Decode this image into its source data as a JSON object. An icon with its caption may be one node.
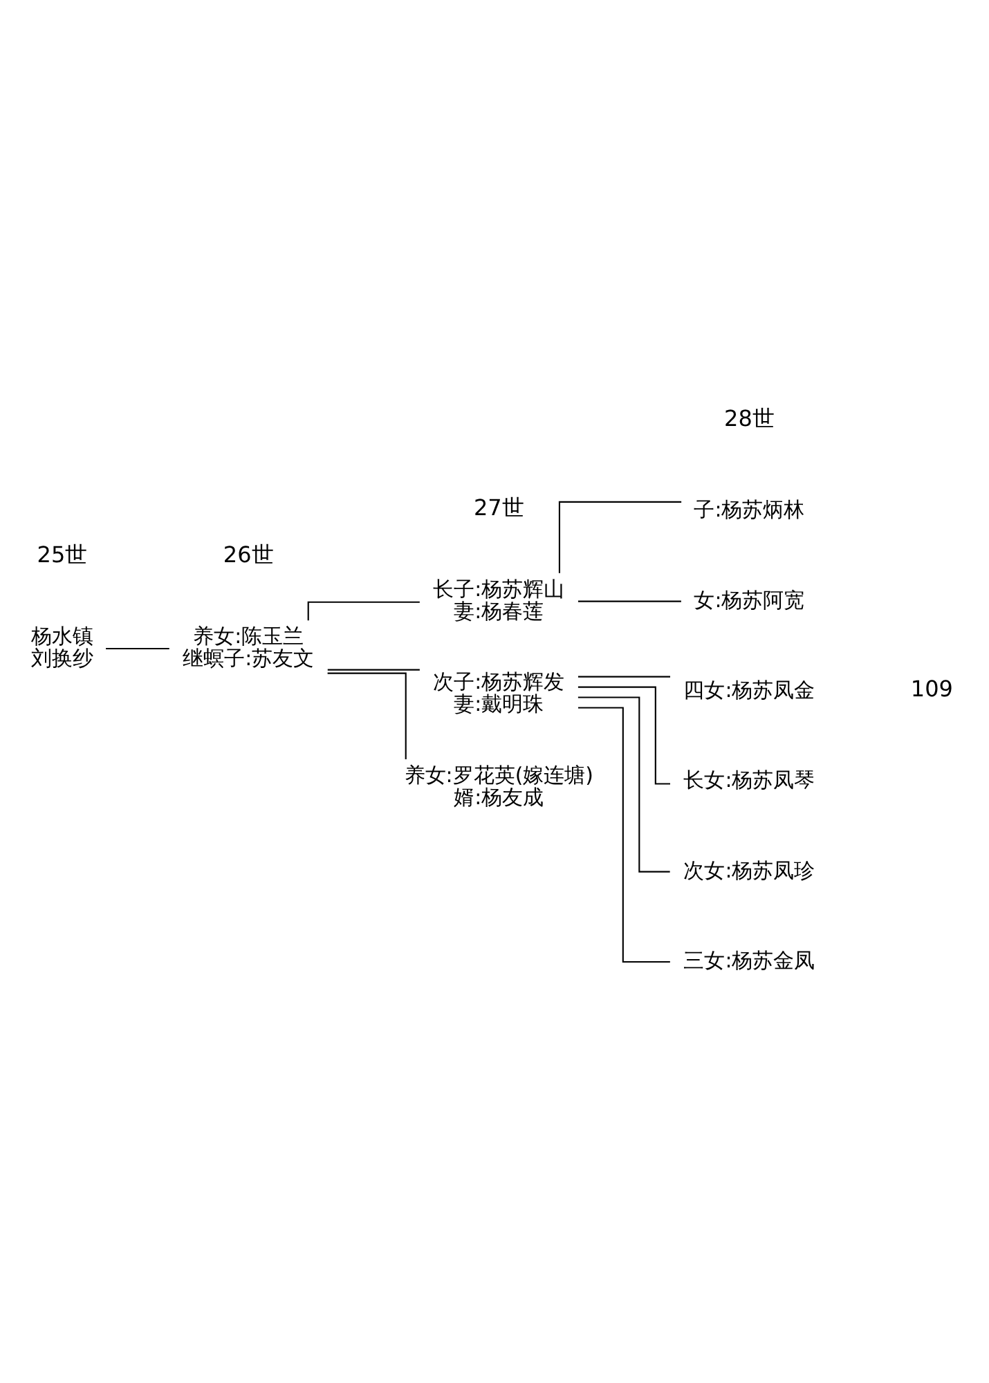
{
  "diagram": {
    "nodes": [
      {
        "text": [
          "杨水镇",
          "刘换纱"
        ]
      },
      {
        "text": [
          "养女:陈玉兰",
          "继螟子:苏友文"
        ]
      },
      {
        "text": [
          "养女:罗花英(嫁连塘)",
          "婿:杨友成"
        ]
      },
      {
        "text": [
          "长子:杨苏辉山",
          "妻:杨春莲"
        ]
      },
      {
        "text": [
          "女:杨苏阿宽"
        ]
      },
      {
        "text": [
          "子:杨苏炳林"
        ]
      },
      {
        "text": [
          "次子:杨苏辉发",
          "妻:戴明珠"
        ]
      },
      {
        "text": [
          "长女:杨苏凤琴"
        ]
      },
      {
        "text": [
          "次女:杨苏凤珍"
        ]
      },
      {
        "text": [
          "三女:杨苏金凤"
        ]
      },
      {
        "text": [
          "四女:杨苏凤金"
        ]
      }
    ],
    "edges": [
      {
        "from": 0,
        "to": 1,
        "arrow": "none"
      },
      {
        "from": 1,
        "to": 2,
        "arrow": "none"
      },
      {
        "from": 1,
        "to": 3,
        "arrow": "none"
      },
      {
        "from": 1,
        "to": 6,
        "arrow": "none"
      },
      {
        "from": 3,
        "to": 4,
        "arrow": "none"
      },
      {
        "from": 3,
        "to": 5,
        "arrow": "none"
      },
      {
        "from": 6,
        "to": 7,
        "arrow": "none"
      },
      {
        "from": 6,
        "to": 8,
        "arrow": "none"
      },
      {
        "from": 6,
        "to": 9,
        "arrow": "none"
      },
      {
        "from": 6,
        "to": 10,
        "arrow": "none"
      }
    ],
    "labels": [
      "25世",
      "26世",
      "27世",
      "28世",
      "109"
    ]
  }
}
